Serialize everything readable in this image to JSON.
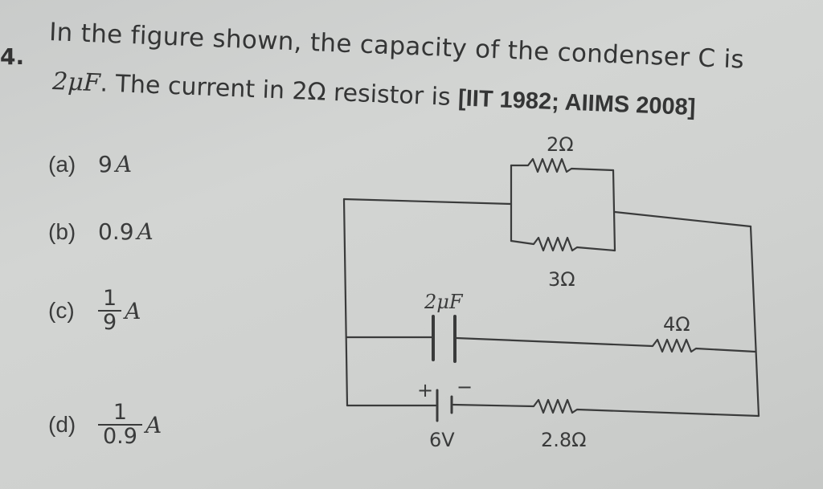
{
  "question": {
    "number": "4.",
    "line1": "In the figure shown, the capacity of the condenser C is",
    "line2_value": "2μF",
    "line2_text": ". The current in 2Ω resistor is ",
    "reference": "[IIT 1982; AIIMS 2008]"
  },
  "options": [
    {
      "label": "(a)",
      "value": "9",
      "unit": "A"
    },
    {
      "label": "(b)",
      "value": "0.9",
      "unit": "A"
    },
    {
      "label": "(c)",
      "numerator": "1",
      "denominator": "9",
      "unit": "A"
    },
    {
      "label": "(d)",
      "numerator": "1",
      "denominator": "0.9",
      "unit": "A"
    }
  ],
  "circuit": {
    "r_top": "2Ω",
    "r_bottom_parallel": "3Ω",
    "capacitor": "2μF",
    "r_mid": "4Ω",
    "battery": "6V",
    "battery_plus": "+",
    "battery_minus": "−",
    "r_series": "2.8Ω"
  },
  "colors": {
    "background": "#cfd1cf",
    "ink": "#343535"
  }
}
